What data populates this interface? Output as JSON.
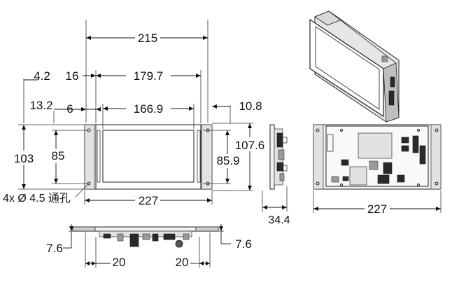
{
  "dimensions": {
    "w215": "215",
    "w179_7": "179.7",
    "w166_9": "166.9",
    "w227_front": "227",
    "w227_back": "227",
    "d16": "16",
    "d4_2": "4.2",
    "d13_2": "13.2",
    "d6": "6",
    "d10_8": "10.8",
    "h103": "103",
    "h85": "85",
    "h107_6": "107.6",
    "h85_9": "85.9",
    "d34_4": "34.4",
    "d7_6_left": "7.6",
    "d7_6_right": "7.6",
    "d20_left": "20",
    "d20_right": "20"
  },
  "notes": {
    "holes": "4x Ø 4.5 通孔"
  }
}
